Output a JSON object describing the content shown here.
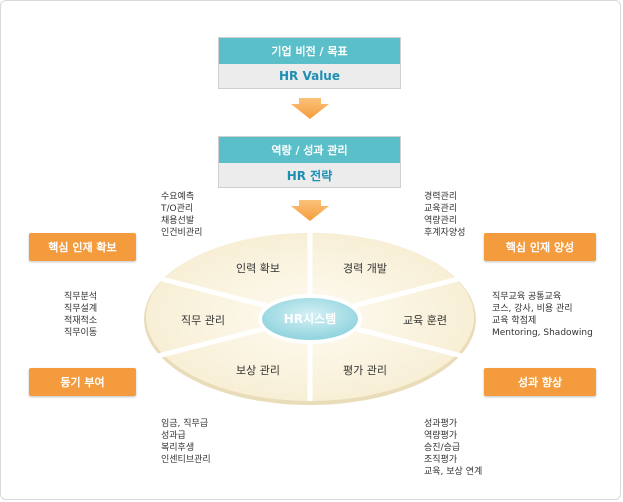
{
  "vision": {
    "title": "기업 비전 / 목표",
    "subtitle": "HR Value"
  },
  "competency": {
    "title": "역량 / 성과 관리",
    "subtitle": "HR 전략"
  },
  "side_boxes": {
    "core_secure": "핵심 인재 확보",
    "core_develop": "핵심 인재 양성",
    "motivation": "동기 부여",
    "performance_up": "성과 향상"
  },
  "wheel": {
    "center": "HR시스템",
    "segments": {
      "acquire": "인력 확보",
      "develop": "경력 개발",
      "job": "직무 관리",
      "training": "교육 훈련",
      "reward": "보상 관리",
      "evaluate": "평가 관리"
    }
  },
  "notes": {
    "acquire": [
      "수요예측",
      "T/O관리",
      "채용선발",
      "인건비관리"
    ],
    "develop": [
      "경력관리",
      "교육관리",
      "역량관리",
      "후계자양성"
    ],
    "job": [
      "직무분석",
      "직무설계",
      "적재적소",
      "직무이동"
    ],
    "training": [
      "직무교육 공통교육",
      "코스, 강사, 비용 관리",
      "교육 학점제",
      "Mentoring, Shadowing"
    ],
    "reward": [
      "임금, 직무급",
      "성과급",
      "복리후생",
      "인센티브관리"
    ],
    "evaluate": [
      "성과평가",
      "역량평가",
      "승진/승급",
      "조직평가",
      "교육, 보상 연계"
    ]
  },
  "colors": {
    "teal": "#5bbfc9",
    "orange": "#f49c3d",
    "wheel_fill": "#fbf4df",
    "center_fill": "#a7dde6"
  }
}
